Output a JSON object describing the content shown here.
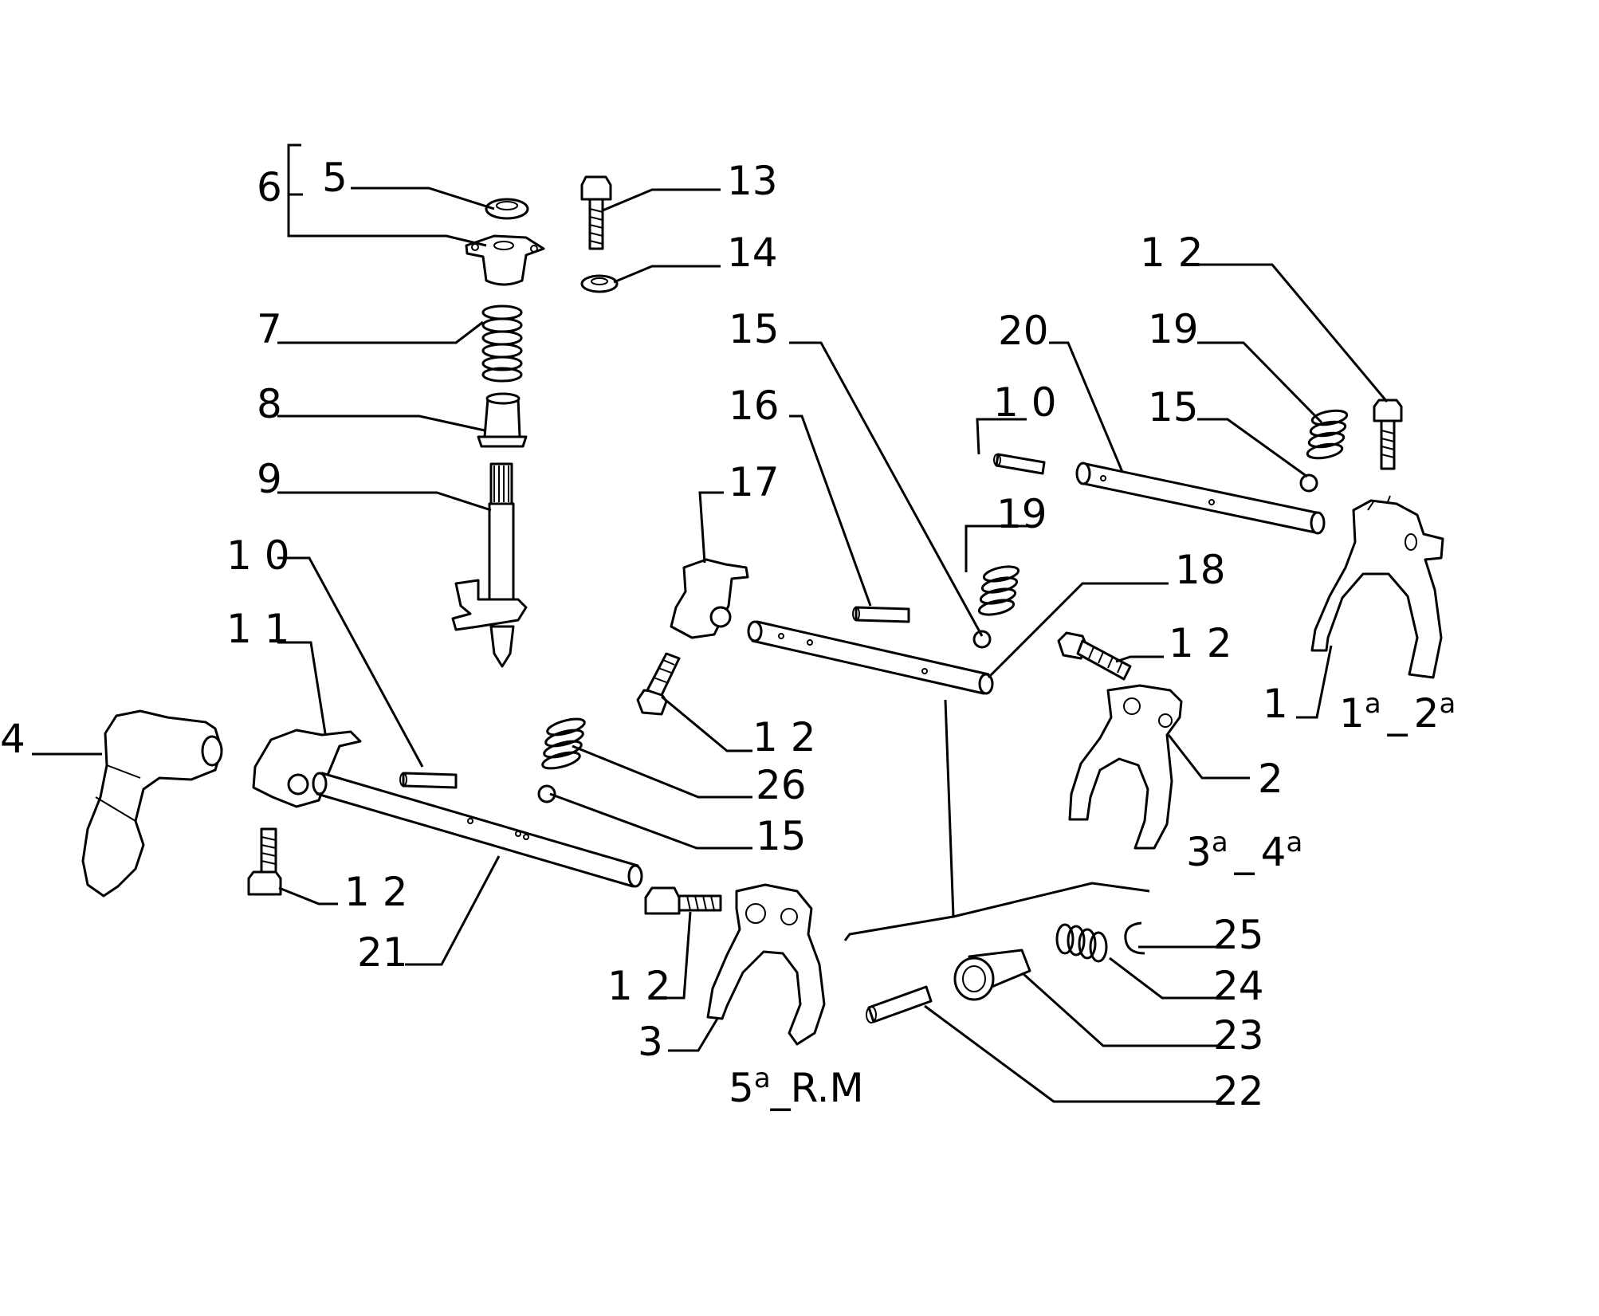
{
  "callouts": [
    {
      "id": "c6",
      "text": "6"
    },
    {
      "id": "c5",
      "text": "5"
    },
    {
      "id": "c13",
      "text": "13"
    },
    {
      "id": "c14",
      "text": "14"
    },
    {
      "id": "c12a",
      "text": "1 2"
    },
    {
      "id": "c7",
      "text": "7"
    },
    {
      "id": "c15a",
      "text": "15"
    },
    {
      "id": "c20",
      "text": "20"
    },
    {
      "id": "c19a",
      "text": "19"
    },
    {
      "id": "c8",
      "text": "8"
    },
    {
      "id": "c16",
      "text": "16"
    },
    {
      "id": "c10a",
      "text": "1 0"
    },
    {
      "id": "c15b",
      "text": "15"
    },
    {
      "id": "c9",
      "text": "9"
    },
    {
      "id": "c17",
      "text": "17"
    },
    {
      "id": "c19b",
      "text": "19"
    },
    {
      "id": "c10b",
      "text": "1 0"
    },
    {
      "id": "c18",
      "text": "18"
    },
    {
      "id": "c11",
      "text": "1 1"
    },
    {
      "id": "c12b",
      "text": "1 2"
    },
    {
      "id": "c4",
      "text": "4"
    },
    {
      "id": "c12c",
      "text": "1 2"
    },
    {
      "id": "c1",
      "text": "1"
    },
    {
      "id": "c26",
      "text": "26"
    },
    {
      "id": "c2",
      "text": "2"
    },
    {
      "id": "c15c",
      "text": "15"
    },
    {
      "id": "c12d",
      "text": "1 2"
    },
    {
      "id": "c21",
      "text": "21"
    },
    {
      "id": "c25",
      "text": "25"
    },
    {
      "id": "c12e",
      "text": "1 2"
    },
    {
      "id": "c24",
      "text": "24"
    },
    {
      "id": "c3",
      "text": "3"
    },
    {
      "id": "c23",
      "text": "23"
    },
    {
      "id": "c22",
      "text": "22"
    }
  ],
  "gear_labels": {
    "g12_main1": "1",
    "g12_sup1": "a",
    "g12_dash": "_",
    "g12_main2": "2",
    "g12_sup2": "a",
    "g34_main1": "3",
    "g34_sup1": "a",
    "g34_dash": "_",
    "g34_main2": "4",
    "g34_sup2": "a",
    "g5r_main": "5",
    "g5r_sup": "a",
    "g5r_rest": "_R.M"
  }
}
